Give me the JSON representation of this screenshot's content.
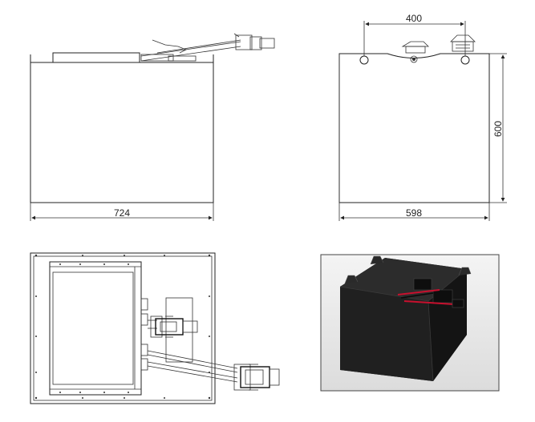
{
  "dimensions": {
    "side_width": "724",
    "front_width": "598",
    "front_height": "600",
    "terminal_spacing": "400"
  },
  "colors": {
    "line": "#222222",
    "render_body": "#1e1e1e",
    "render_background": "#ededed",
    "cable_red": "#c8102e"
  },
  "views": [
    "side-view",
    "front-view",
    "top-view",
    "render-3d"
  ]
}
